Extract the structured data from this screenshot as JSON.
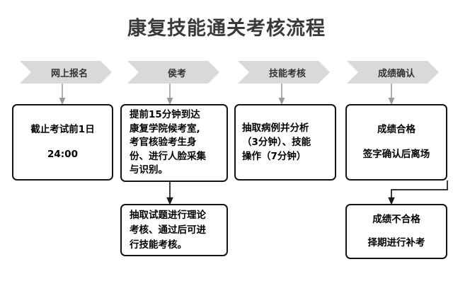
{
  "title": "康复技能通关考核流程",
  "theme": {
    "background": "#ffffff",
    "title_color": "#3a3a3a",
    "chevron_fill": "#d9d9d9",
    "chevron_text": "#333333",
    "box_border": "#141414",
    "box_fill": "#ffffff",
    "arrow_gray": "#9a9a9a",
    "arrow_black": "#1a1a1a"
  },
  "stages": [
    {
      "label": "网上报名"
    },
    {
      "label": "侯考"
    },
    {
      "label": "技能考核"
    },
    {
      "label": "成绩确认"
    }
  ],
  "boxes": {
    "stage1_primary": {
      "line1": "截止考试前1日",
      "line2": "24:00"
    },
    "stage2_primary": {
      "text": "提前15分钟到达\n康复学院候考室,\n考官核验考生身\n份、进行人脸采集\n与识别。"
    },
    "stage2_secondary": {
      "text": "抽取试题进行理论\n考核、通过后可进\n行技能考核。"
    },
    "stage3_primary": {
      "text": "抽取病例并分析\n（3分钟）、技能\n操作（7分钟）"
    },
    "stage4_primary": {
      "line1": "成绩合格",
      "line2": "签字确认后离场"
    },
    "stage4_secondary": {
      "line1": "成绩不合格",
      "line2": "择期进行补考"
    }
  },
  "connectors": [
    {
      "name": "stage1-chevron-to-box",
      "style": "gray-vertical"
    },
    {
      "name": "stage2-chevron-to-box",
      "style": "gray-vertical"
    },
    {
      "name": "stage3-chevron-to-box",
      "style": "gray-vertical"
    },
    {
      "name": "stage4-chevron-to-box",
      "style": "gray-vertical"
    },
    {
      "name": "stage2-box-to-secondary",
      "style": "black-vertical"
    },
    {
      "name": "stage4-box-to-secondary",
      "style": "black-elbow"
    }
  ]
}
